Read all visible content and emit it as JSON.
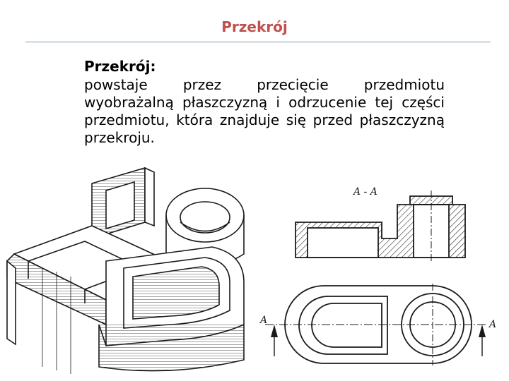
{
  "slide": {
    "title": "Przekrój",
    "heading": "Przekrój:",
    "body": "powstaje przez przecięcie przedmiotu wyobrażalną płaszczyzną i odrzucenie tej części przedmiotu, która znajduje się przed płaszczyzną przekroju."
  },
  "figure": {
    "section_label": "A - A",
    "left_arrow_label": "A",
    "right_arrow_label": "A"
  },
  "colors": {
    "title": "#c0504d",
    "rule": "#7f9bb3",
    "line": "#1a1a1a"
  }
}
